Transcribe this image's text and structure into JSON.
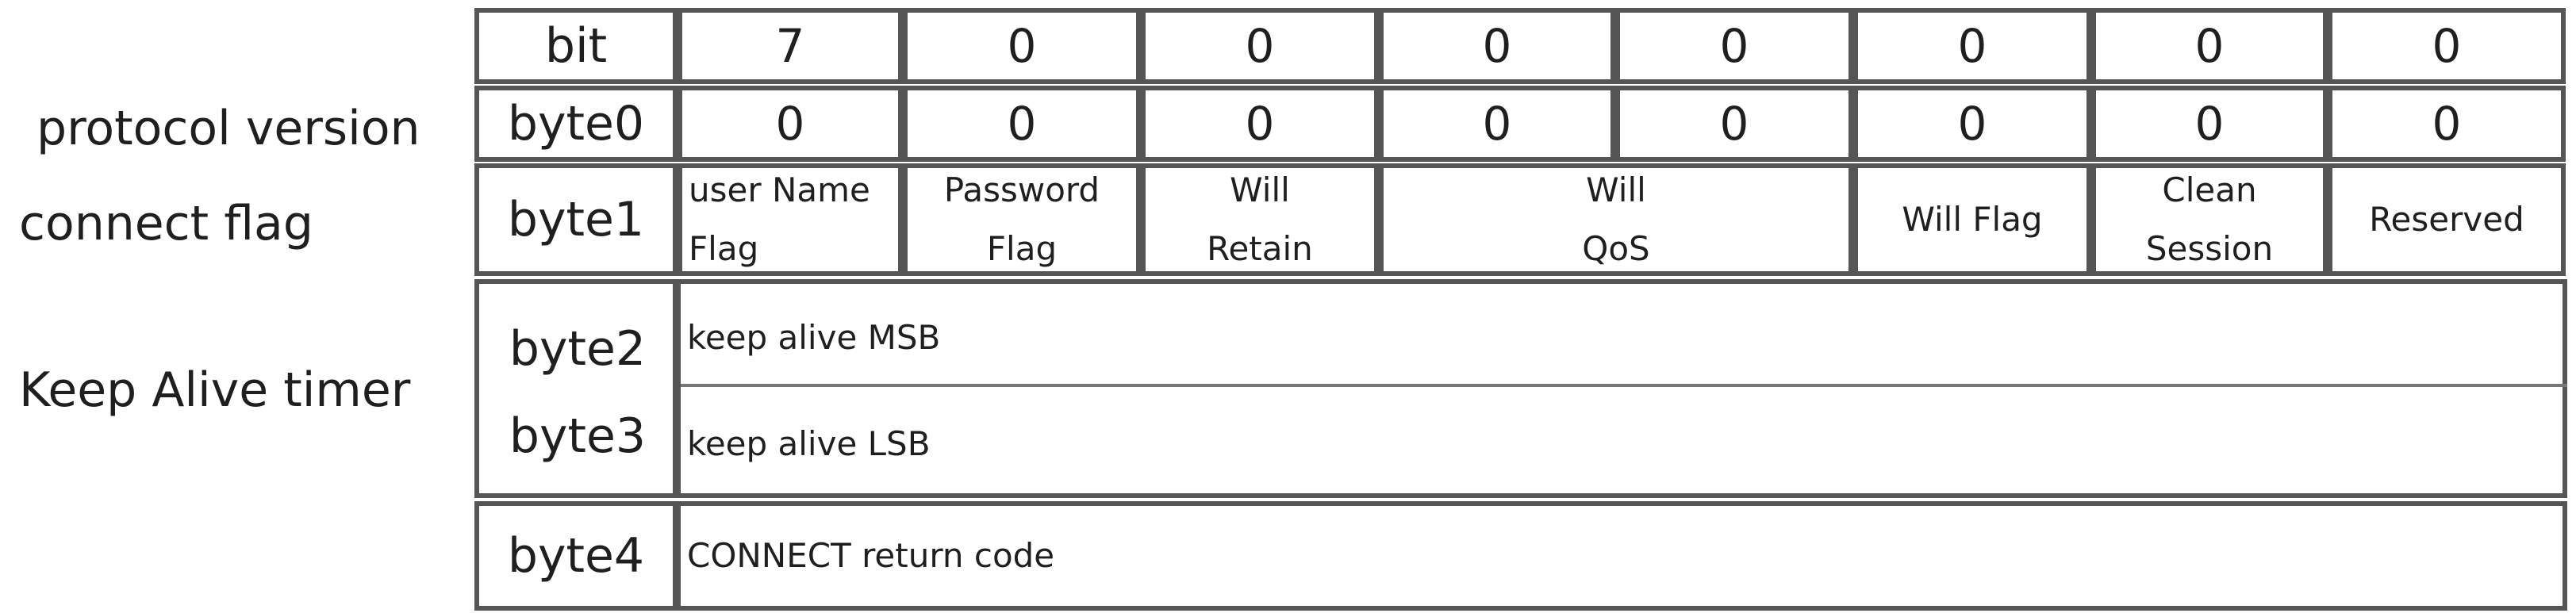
{
  "side_labels": {
    "protocol_version": "protocol version",
    "connect_flag": "connect flag",
    "keep_alive_timer": "Keep Alive timer"
  },
  "rows": {
    "bit": {
      "label": "bit",
      "values": [
        "7",
        "0",
        "0",
        "0",
        "0",
        "0",
        "0",
        "0"
      ]
    },
    "byte0": {
      "label": "byte0",
      "values": [
        "0",
        "0",
        "0",
        "0",
        "0",
        "0",
        "0",
        "0"
      ]
    },
    "byte1": {
      "label": "byte1",
      "flags": [
        {
          "line1": "user Name",
          "line2": "Flag"
        },
        {
          "line1": "Password",
          "line2": "Flag"
        },
        {
          "line1": "Will",
          "line2": "Retain"
        },
        {
          "line1": "Will",
          "line2": "QoS"
        },
        {
          "line1": "Will Flag",
          "line2": ""
        },
        {
          "line1": "Clean",
          "line2": "Session"
        },
        {
          "line1": "Reserved",
          "line2": ""
        }
      ]
    },
    "byte2": {
      "label": "byte2",
      "text": "keep alive MSB"
    },
    "byte3": {
      "label": "byte3",
      "text": "keep alive LSB"
    },
    "byte4": {
      "label": "byte4",
      "text": "CONNECT return code"
    }
  },
  "colors": {
    "border": "#555555",
    "text": "#1f1f1f",
    "background": "#ffffff"
  }
}
